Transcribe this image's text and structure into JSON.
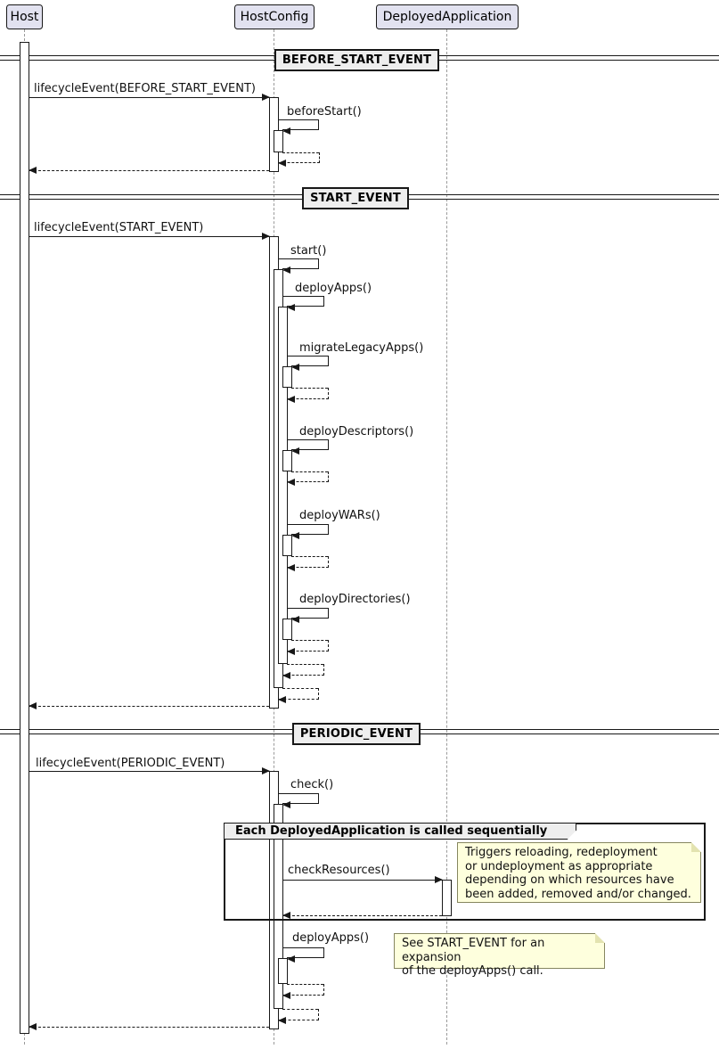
{
  "participants": {
    "host": "Host",
    "host_config": "HostConfig",
    "deployed_application": "DeployedApplication"
  },
  "dividers": {
    "before_start": "BEFORE_START_EVENT",
    "start": "START_EVENT",
    "periodic": "PERIODIC_EVENT"
  },
  "messages": {
    "lifecycle_before_start": "lifecycleEvent(BEFORE_START_EVENT)",
    "before_start": "beforeStart()",
    "lifecycle_start": "lifecycleEvent(START_EVENT)",
    "start": "start()",
    "deploy_apps": "deployApps()",
    "migrate_legacy_apps": "migrateLegacyApps()",
    "deploy_descriptors": "deployDescriptors()",
    "deploy_wars": "deployWARs()",
    "deploy_directories": "deployDirectories()",
    "lifecycle_periodic": "lifecycleEvent(PERIODIC_EVENT)",
    "check": "check()",
    "check_resources": "checkResources()",
    "deploy_apps_periodic": "deployApps()"
  },
  "group": {
    "label": "Each DeployedApplication is called sequentially"
  },
  "notes": {
    "check_resources_note": "Triggers reloading, redeployment\nor undeployment as appropriate\ndepending on which resources have\nbeen added, removed and/or changed.",
    "deploy_apps_note": "See START_EVENT for an expansion\nof the deployApps() call."
  },
  "colors": {
    "participant_fill": "#E2E2F0",
    "divider_fill": "#EEEEEE",
    "group_header_fill": "#EEEEEE",
    "note_fill": "#FEFFDD",
    "line": "#181818",
    "lifeline": "#9A9A9A"
  }
}
